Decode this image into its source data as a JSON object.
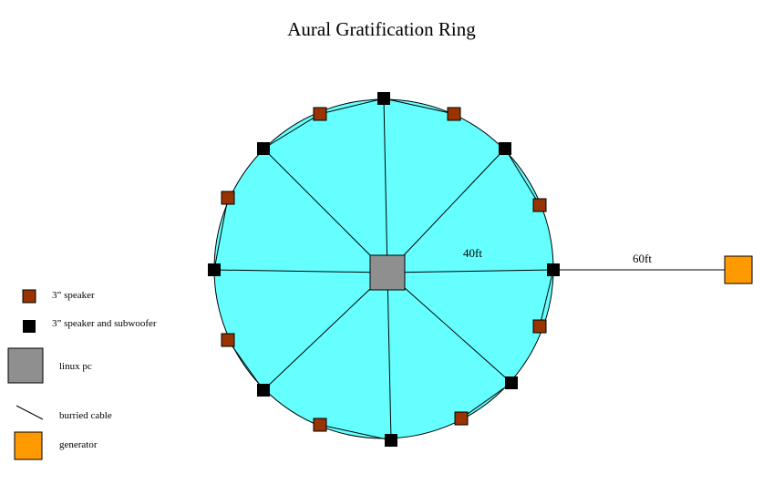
{
  "title": "Aural Gratification Ring",
  "labels": {
    "radius_distance": "40ft",
    "generator_distance": "60ft"
  },
  "legend": {
    "speaker": "3” speaker",
    "speaker_sub": "3” speaker and subwoofer",
    "pc": "linux pc",
    "cable": "burried cable",
    "generator": "generator"
  },
  "colors": {
    "field": "#66ffff",
    "speaker": "#993300",
    "speaker_sub": "#000000",
    "pc": "#8f8f8f",
    "generator": "#ff9900",
    "cable": "#000000"
  }
}
